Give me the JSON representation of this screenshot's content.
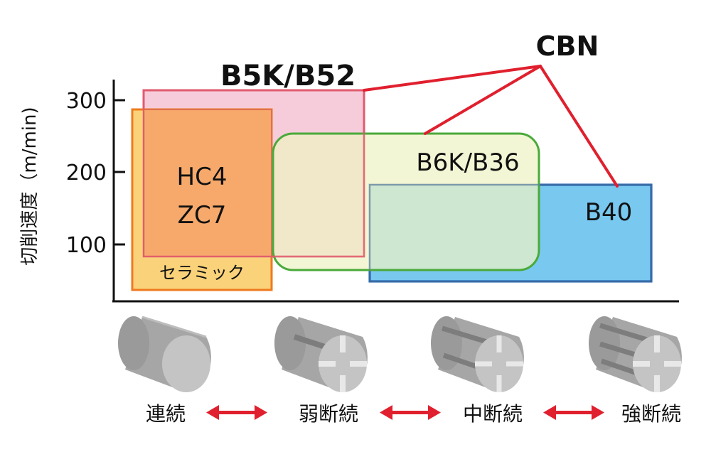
{
  "chart_data": {
    "type": "diagram",
    "ylabel": "切削速度（m/min)",
    "yticks": [
      {
        "label": "300",
        "value": 300
      },
      {
        "label": "200",
        "value": 200
      },
      {
        "label": "100",
        "value": 100
      }
    ],
    "conditions": [
      "連続",
      "弱断続",
      "中断続",
      "強断続"
    ],
    "group_label": "CBN",
    "regions": [
      {
        "name": "B5K/B52",
        "grade": "CBN",
        "fill": "#f6c9d8",
        "stroke": "#e05a6e"
      },
      {
        "name": "HC4",
        "grade2": "ZC7",
        "fill": "#f5a66a",
        "stroke": "#ee7a1f"
      },
      {
        "name": "セラミック",
        "fill": "#f9d27a",
        "stroke": "#ee7a1f"
      },
      {
        "name": "B6K/B36",
        "grade": "CBN",
        "fill": "#eef2c4",
        "stroke": "#4aaa3a"
      },
      {
        "name": "B40",
        "grade": "CBN",
        "fill": "#78c8f0",
        "stroke": "#0e4fa6"
      }
    ],
    "colors": {
      "axis": "#111111",
      "leader": "#e0202e",
      "arrow": "#e0202e",
      "workpiece": "#a6a6a6"
    }
  }
}
